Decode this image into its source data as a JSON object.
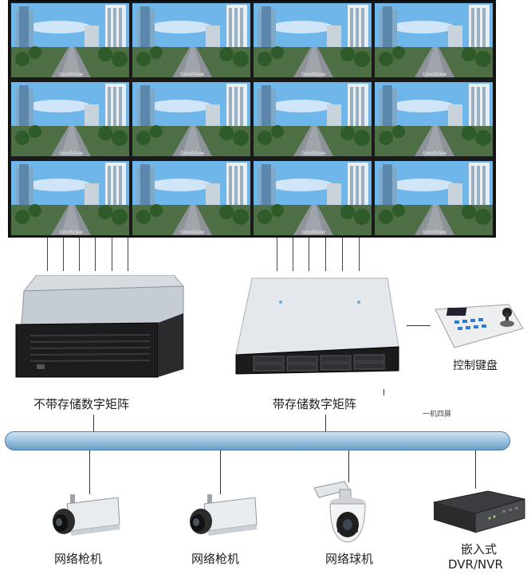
{
  "wall": {
    "rows": 3,
    "cols": 4,
    "screen_brand": "GoodView"
  },
  "devices": {
    "matrix_no_storage": "不带存储数字矩阵",
    "matrix_storage": "带存储数字矩阵",
    "keyboard": "控制键盘",
    "one_to_four": "一机四屏"
  },
  "endpoints": {
    "camera1": "网络枪机",
    "camera2": "网络枪机",
    "dome": "网络球机",
    "dvr_line1": "嵌入式",
    "dvr_line2": "DVR/NVR"
  },
  "colors": {
    "bus": "#9cc3e0",
    "wall_frame": "#1a1a1a"
  }
}
